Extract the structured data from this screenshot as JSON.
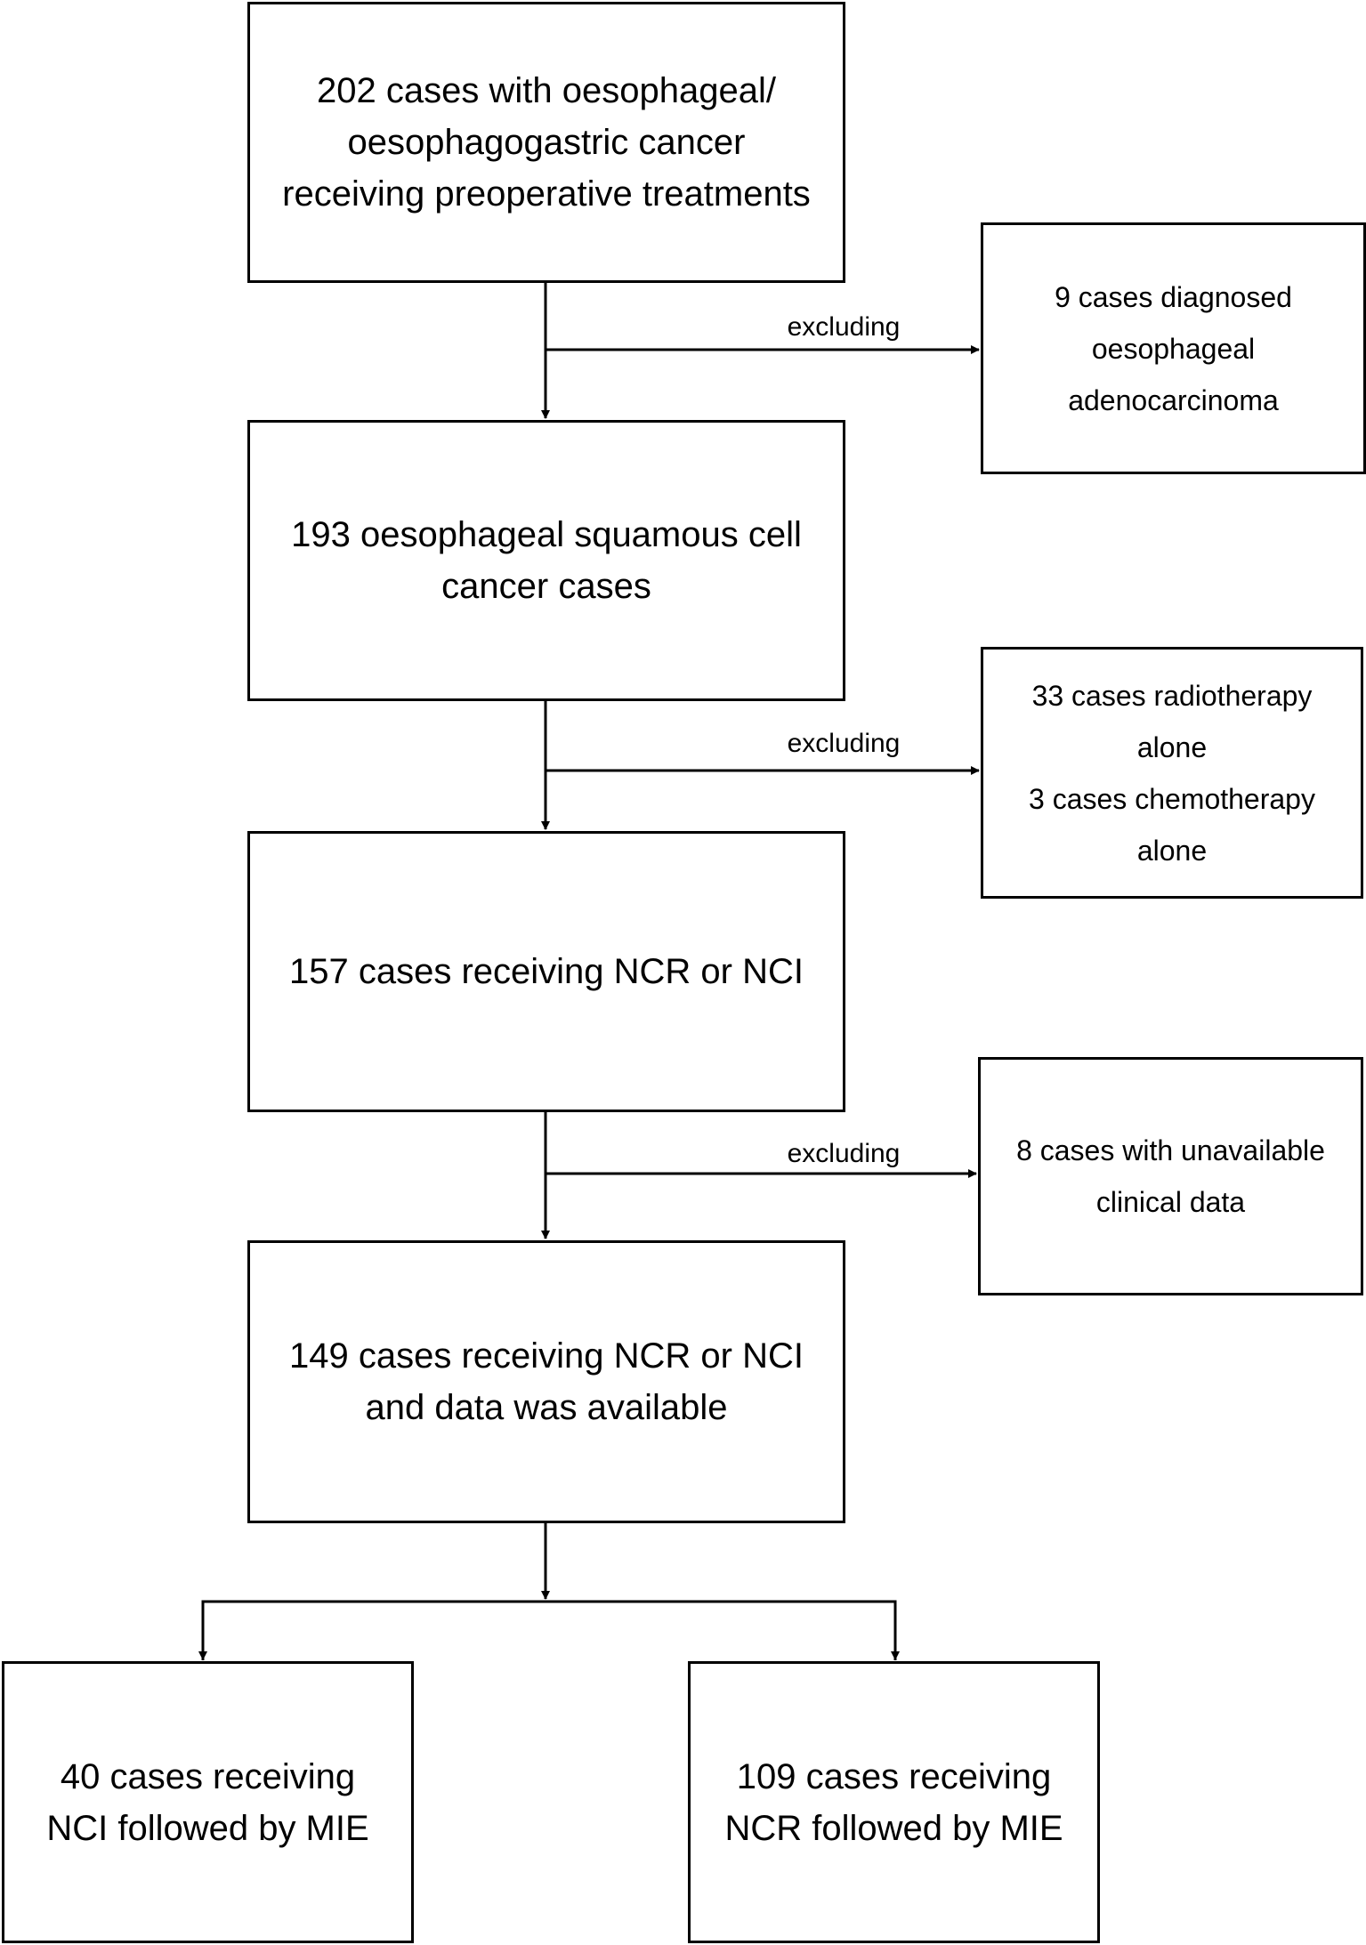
{
  "flow": {
    "stage1": {
      "lines": [
        "202 cases with oesophageal/",
        "oesophagogastric cancer",
        "receiving preoperative treatments"
      ]
    },
    "exclusion1": {
      "label": "excluding",
      "lines": [
        "9 cases diagnosed",
        "oesophageal",
        "adenocarcinoma"
      ]
    },
    "stage2": {
      "lines": [
        "193 oesophageal squamous cell",
        "cancer cases"
      ]
    },
    "exclusion2": {
      "label": "excluding",
      "lines": [
        "33 cases radiotherapy",
        "alone",
        "3 cases chemotherapy",
        "alone"
      ]
    },
    "stage3": {
      "lines": [
        "157 cases receiving NCR or NCI"
      ]
    },
    "exclusion3": {
      "label": "excluding",
      "lines": [
        "8 cases with unavailable",
        "clinical data"
      ]
    },
    "stage4": {
      "lines": [
        "149 cases receiving NCR or NCI",
        "and data was available"
      ]
    },
    "group_nci": {
      "lines": [
        "40 cases receiving",
        "NCI followed by MIE"
      ]
    },
    "group_ncr": {
      "lines": [
        "109 cases receiving",
        "NCR followed by MIE"
      ]
    }
  },
  "colors": {
    "line": "#000000",
    "background": "#ffffff"
  }
}
